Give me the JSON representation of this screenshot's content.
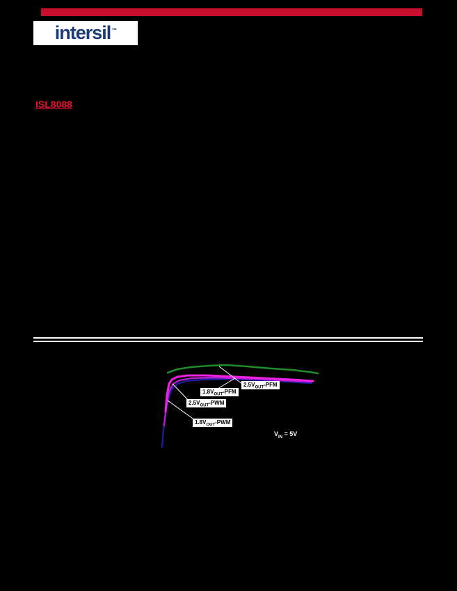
{
  "header": {
    "bar_color": "#c8102e",
    "logo": {
      "text": "intersil",
      "tm": "™",
      "text_color": "#1b3a7a",
      "bg_color": "#ffffff"
    },
    "part_number": "ISL8088",
    "part_number_color": "#e8112d"
  },
  "divider": {
    "color": "#ffffff"
  },
  "chart_data": {
    "type": "line",
    "grid": false,
    "axes_visible": false,
    "legend_position": "inline-callouts",
    "annotation": {
      "prefix": "V",
      "sub": "IN",
      "suffix": " = 5V"
    },
    "series": [
      {
        "name": "1.8VOUT-PWM",
        "color": "#1c1c9e",
        "stroke_width": 2.4,
        "points": [
          [
            5,
            129
          ],
          [
            7,
            104
          ],
          [
            10,
            80
          ],
          [
            14,
            59
          ],
          [
            19,
            46
          ],
          [
            27,
            38
          ],
          [
            40,
            34
          ],
          [
            62,
            32
          ],
          [
            102,
            31
          ],
          [
            152,
            33
          ],
          [
            202,
            36
          ],
          [
            220,
            37
          ]
        ]
      },
      {
        "name": "2.5VOUT-PWM",
        "color": "#b61ccc",
        "stroke_width": 2.4,
        "points": [
          [
            8,
            98
          ],
          [
            11,
            71
          ],
          [
            15,
            49
          ],
          [
            21,
            38
          ],
          [
            30,
            33
          ],
          [
            47,
            30
          ],
          [
            77,
            29
          ],
          [
            117,
            30
          ],
          [
            157,
            32
          ],
          [
            197,
            34
          ],
          [
            220,
            35
          ]
        ]
      },
      {
        "name": "1.8VOUT-PFM",
        "color": "#ee22e2",
        "stroke_width": 3,
        "points": [
          [
            10,
            78
          ],
          [
            12,
            54
          ],
          [
            15,
            38
          ],
          [
            19,
            32
          ],
          [
            27,
            28
          ],
          [
            42,
            26
          ],
          [
            72,
            26
          ],
          [
            112,
            28
          ],
          [
            152,
            30
          ],
          [
            192,
            32
          ],
          [
            222,
            34
          ]
        ]
      },
      {
        "name": "2.5VOUT-PFM",
        "color": "#1f8c2a",
        "stroke_width": 2.6,
        "points": [
          [
            13,
            22
          ],
          [
            27,
            17
          ],
          [
            47,
            14
          ],
          [
            72,
            12
          ],
          [
            97,
            11
          ],
          [
            127,
            13
          ],
          [
            162,
            16
          ],
          [
            192,
            18
          ],
          [
            217,
            21
          ],
          [
            229,
            23
          ]
        ]
      }
    ],
    "callouts": [
      {
        "prefix": "2.5V",
        "sub": "OUT",
        "suffix": "-PFM"
      },
      {
        "prefix": "1.8V",
        "sub": "OUT",
        "suffix": "-PFM"
      },
      {
        "prefix": "2.5V",
        "sub": "OUT",
        "suffix": "-PWM"
      },
      {
        "prefix": "1.8V",
        "sub": "OUT",
        "suffix": "-PWM"
      }
    ]
  }
}
